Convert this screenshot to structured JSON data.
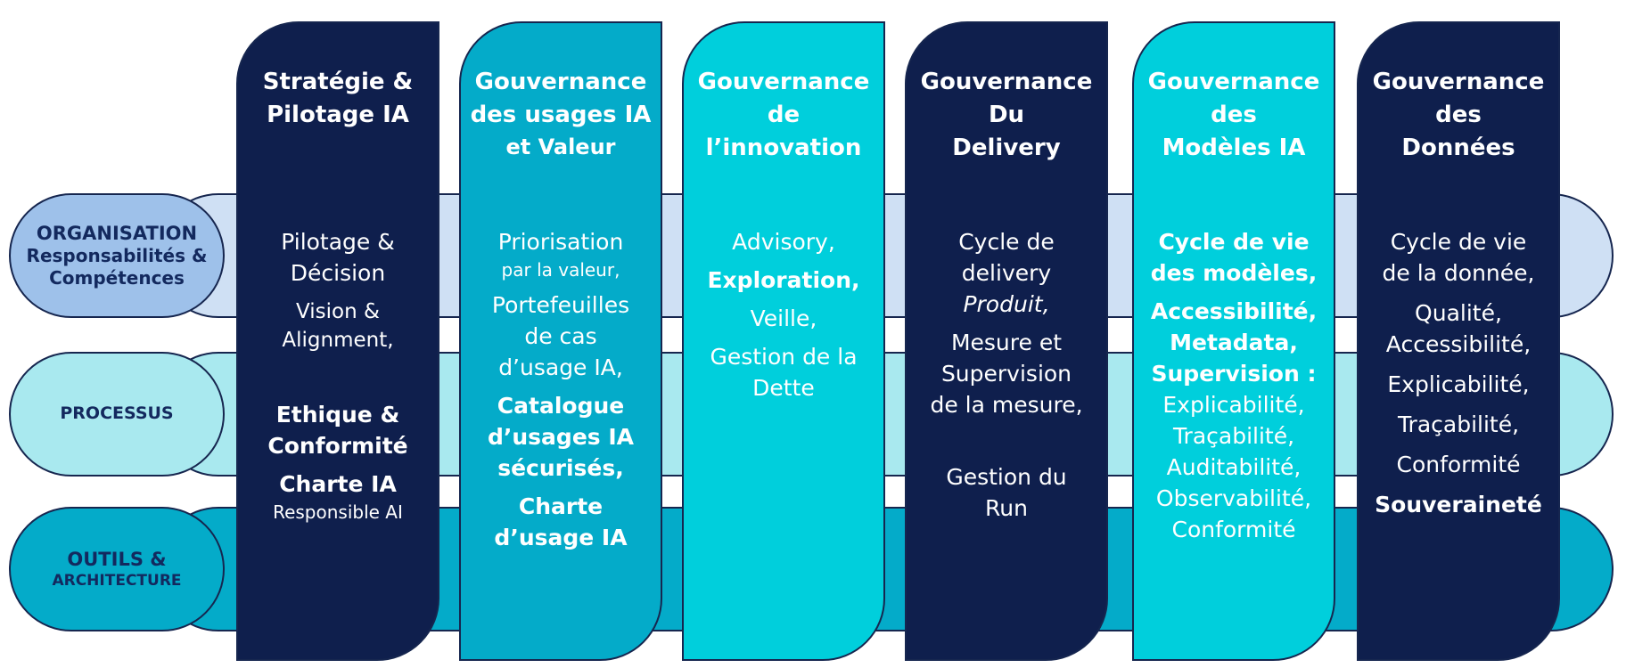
{
  "colors": {
    "dark_navy": "#0f1f4d",
    "teal": "#04abc9",
    "cyan": "#00cfdc",
    "band_organisation": "#cfe0f4",
    "band_processus": "#a9e9ef",
    "band_outils": "#04abc9",
    "label_organisation": "#9ec1ea",
    "label_processus": "#a9e9ef",
    "label_outils": "#04abc9",
    "label_text": "#13295e"
  },
  "rows": [
    {
      "key": "organisation",
      "lines": [
        "ORGANISATION",
        "Responsabilités &",
        "Compétences"
      ]
    },
    {
      "key": "processus",
      "lines": [
        "PROCESSUS"
      ]
    },
    {
      "key": "outils",
      "lines": [
        "OUTILS &",
        "ARCHITECTURE"
      ]
    }
  ],
  "columns": [
    {
      "key": "strategie",
      "title": [
        "Stratégie &",
        "Pilotage  IA"
      ],
      "items": [
        {
          "text": "Pilotage &",
          "style": "l"
        },
        {
          "text": "Décision",
          "style": "l"
        },
        {
          "text": "Vision &",
          "style": "m",
          "gap": 10
        },
        {
          "text": "Alignment,",
          "style": "m"
        },
        {
          "text": "Ethique &",
          "style": "l bold",
          "gap": 50
        },
        {
          "text": "Conformité",
          "style": "l bold"
        },
        {
          "text": "Charte IA",
          "style": "l bold",
          "gap": 8
        },
        {
          "text": "Responsible AI",
          "style": "s"
        }
      ]
    },
    {
      "key": "usages",
      "title": [
        "Gouvernance",
        "des usages IA",
        "et Valeur"
      ],
      "items": [
        {
          "text": "Priorisation",
          "style": "l"
        },
        {
          "text": "par la valeur,",
          "style": "s"
        },
        {
          "text": "Portefeuilles",
          "style": "l",
          "gap": 8
        },
        {
          "text": "de cas",
          "style": "l"
        },
        {
          "text": "d’usage IA,",
          "style": "l"
        },
        {
          "text": "Catalogue",
          "style": "l bold",
          "gap": 8
        },
        {
          "text": "d’usages  IA",
          "style": "l bold"
        },
        {
          "text": "sécurisés,",
          "style": "l bold"
        },
        {
          "text": "Charte",
          "style": "l bold",
          "gap": 8
        },
        {
          "text": "d’usage IA",
          "style": "l bold"
        }
      ]
    },
    {
      "key": "innovation",
      "title": [
        "Gouvernance",
        "de",
        "l’innovation"
      ],
      "items": [
        {
          "text": "Advisory,",
          "style": "l"
        },
        {
          "text": "Exploration,",
          "style": "l bold",
          "gap": 8
        },
        {
          "text": "Veille,",
          "style": "l",
          "gap": 8
        },
        {
          "text": "Gestion de la",
          "style": "l",
          "gap": 8
        },
        {
          "text": "Dette",
          "style": "l"
        }
      ]
    },
    {
      "key": "delivery",
      "title": [
        "Gouvernance",
        "Du",
        "Delivery"
      ],
      "items": [
        {
          "text": "Cycle de",
          "style": "l"
        },
        {
          "text": "delivery",
          "style": "l"
        },
        {
          "text": "Produit,",
          "style": "l italic"
        },
        {
          "text": "Mesure et",
          "style": "l",
          "gap": 8
        },
        {
          "text": "Supervision",
          "style": "l"
        },
        {
          "text": "de la mesure,",
          "style": "l"
        },
        {
          "text": "Gestion du",
          "style": "l",
          "gap": 46
        },
        {
          "text": "Run",
          "style": "l"
        }
      ]
    },
    {
      "key": "modeles",
      "title": [
        "Gouvernance",
        "des",
        "Modèles IA"
      ],
      "items": [
        {
          "text": "Cycle de vie",
          "style": "l bold"
        },
        {
          "text": "des modèles,",
          "style": "l bold"
        },
        {
          "text": "Accessibilité,",
          "style": "l bold",
          "gap": 8
        },
        {
          "text": "Metadata,",
          "style": "l bold"
        },
        {
          "text": "Supervision :",
          "style": "l bold"
        },
        {
          "text": "Explicabilité,",
          "style": "l"
        },
        {
          "text": "Traçabilité,",
          "style": "l"
        },
        {
          "text": "Auditabilité,",
          "style": "l"
        },
        {
          "text": "Observabilité,",
          "style": "l"
        },
        {
          "text": "Conformité",
          "style": "l"
        }
      ]
    },
    {
      "key": "donnees",
      "title": [
        "Gouvernance",
        "des",
        "Données"
      ],
      "items": [
        {
          "text": "Cycle de vie",
          "style": "l"
        },
        {
          "text": "de la donnée,",
          "style": "l"
        },
        {
          "text": "Qualité,",
          "style": "l",
          "gap": 10
        },
        {
          "text": "Accessibilité,",
          "style": "l"
        },
        {
          "text": "Explicabilité,",
          "style": "l",
          "gap": 10
        },
        {
          "text": "Traçabilité,",
          "style": "l",
          "gap": 10
        },
        {
          "text": "Conformité",
          "style": "l",
          "gap": 10
        },
        {
          "text": "Souveraineté",
          "style": "l bold",
          "gap": 10
        }
      ]
    }
  ]
}
